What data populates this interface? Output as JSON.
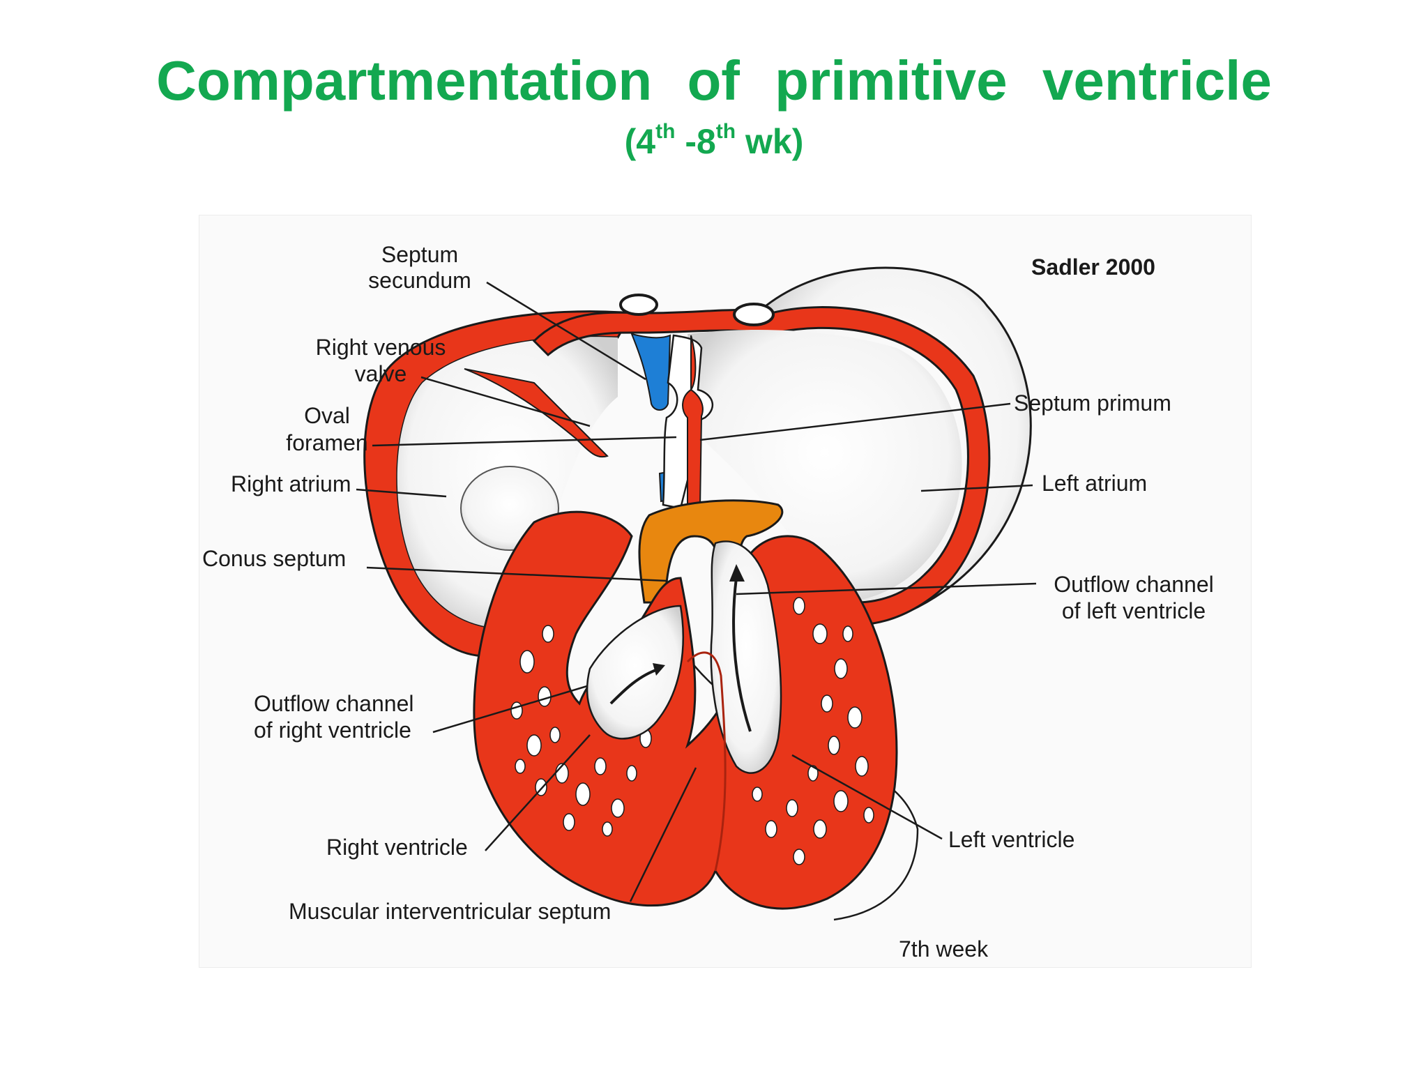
{
  "title": "Compartmentation  of  primitive  ventricle",
  "subtitle": {
    "open": "(4",
    "sup1": "th",
    "mid": " -8",
    "sup2": "th",
    "close": " wk)"
  },
  "figure": {
    "credit": "Sadler 2000",
    "stage": "7th week",
    "labels": {
      "septum_secundum": [
        "Septum",
        "secundum"
      ],
      "right_venous_valve": [
        "Right venous",
        "valve"
      ],
      "oval_foramen": [
        "Oval",
        "foramen"
      ],
      "right_atrium": "Right atrium",
      "conus_septum": "Conus septum",
      "outflow_right": [
        "Outflow channel",
        "of right ventricle"
      ],
      "right_ventricle": "Right ventricle",
      "muscular_septum": "Muscular interventricular septum",
      "septum_primum": "Septum primum",
      "left_atrium": "Left atrium",
      "outflow_left": [
        "Outflow channel",
        "of left ventricle"
      ],
      "left_ventricle": "Left ventricle"
    },
    "colors": {
      "muscle": "#e8361a",
      "septum_secundum": "#1e7fd6",
      "conus_septum": "#e8870f",
      "cavity": "#ffffff",
      "outline": "#1a1a1a"
    }
  }
}
